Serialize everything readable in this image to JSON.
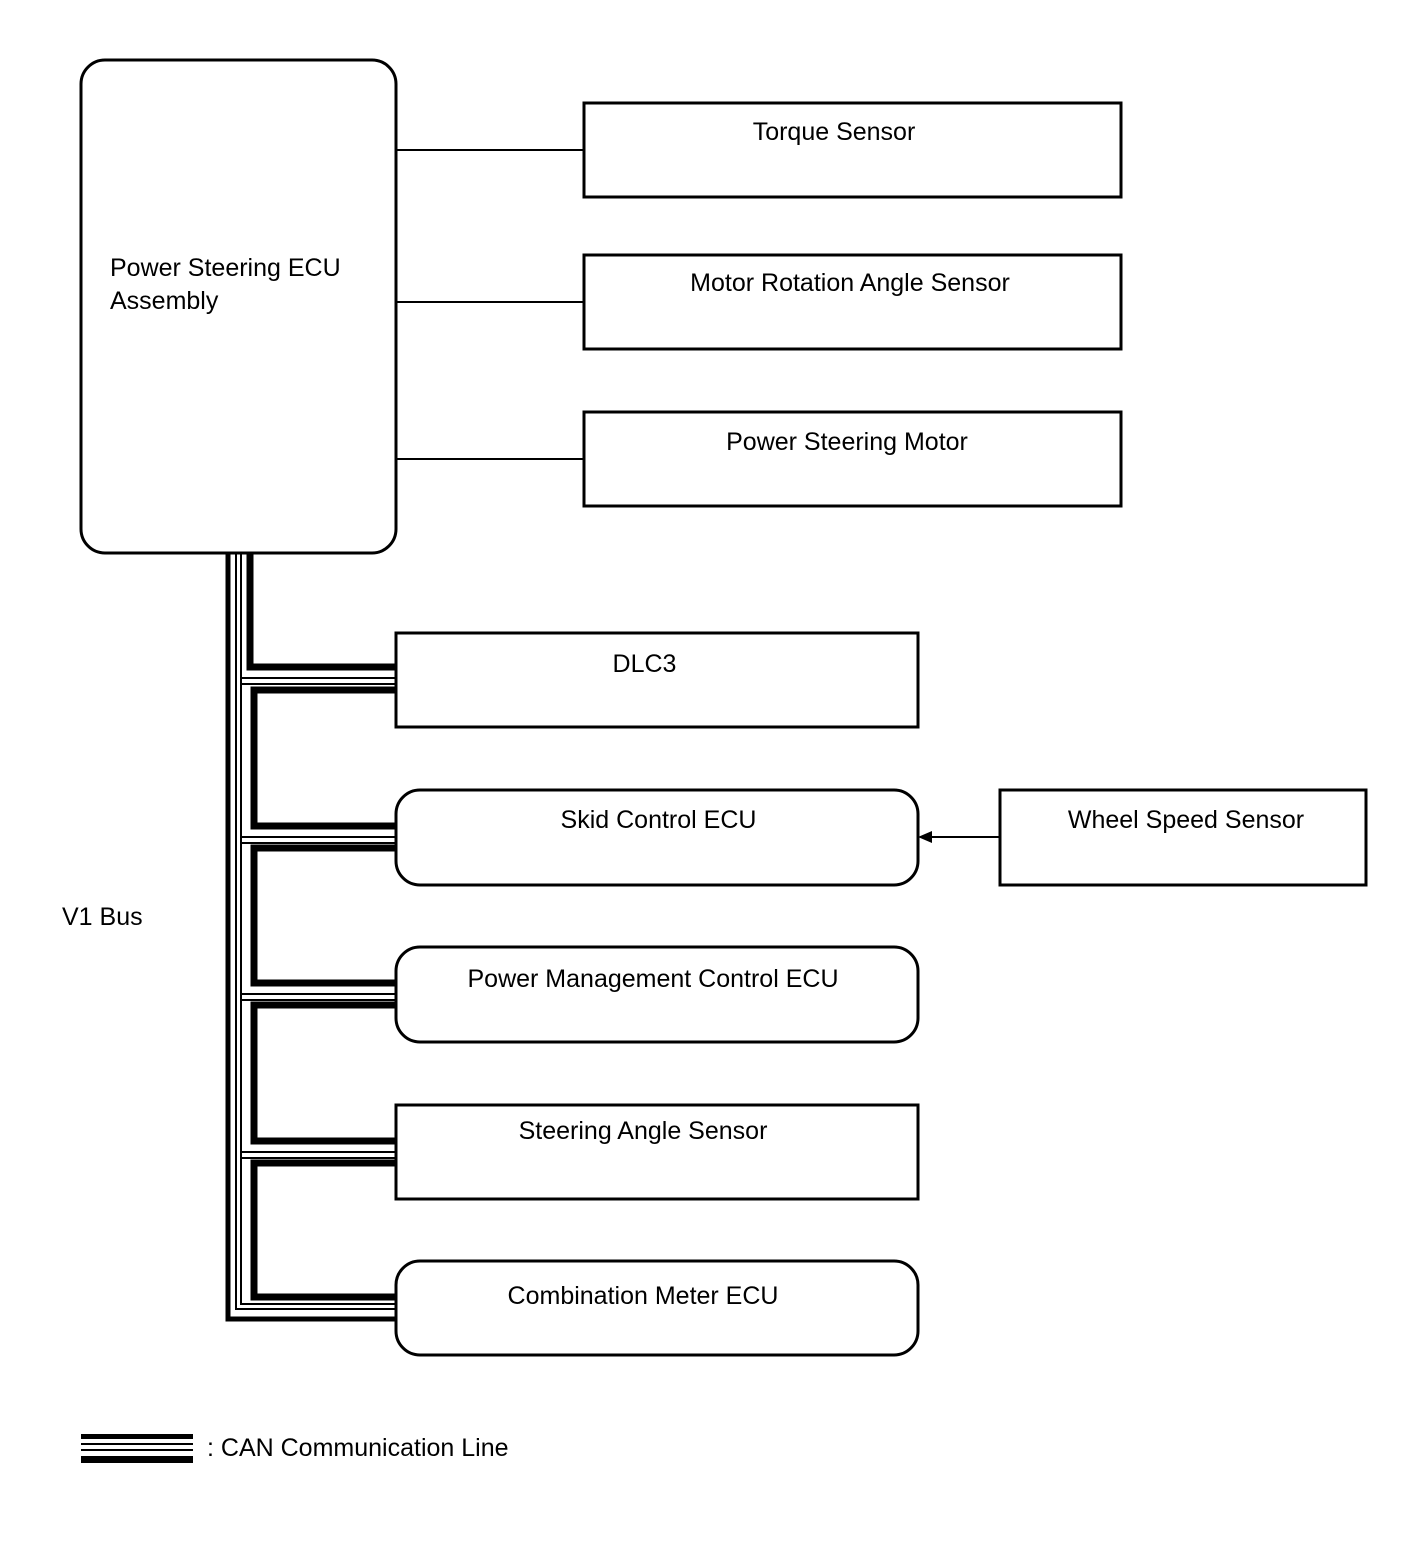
{
  "ecu": {
    "line1": "Power Steering ECU",
    "line2": "Assembly"
  },
  "sensors": {
    "torque": "Torque Sensor",
    "motor_angle": "Motor Rotation Angle Sensor",
    "motor": "Power Steering Motor"
  },
  "bus": {
    "label": "V1 Bus",
    "nodes": {
      "dlc3": "DLC3",
      "skid": "Skid Control ECU",
      "power_mgmt": "Power Management Control ECU",
      "steering_angle": "Steering Angle Sensor",
      "combination_meter": "Combination Meter ECU"
    }
  },
  "wheel_speed": "Wheel Speed Sensor",
  "legend": {
    "text": ": CAN Communication Line"
  }
}
